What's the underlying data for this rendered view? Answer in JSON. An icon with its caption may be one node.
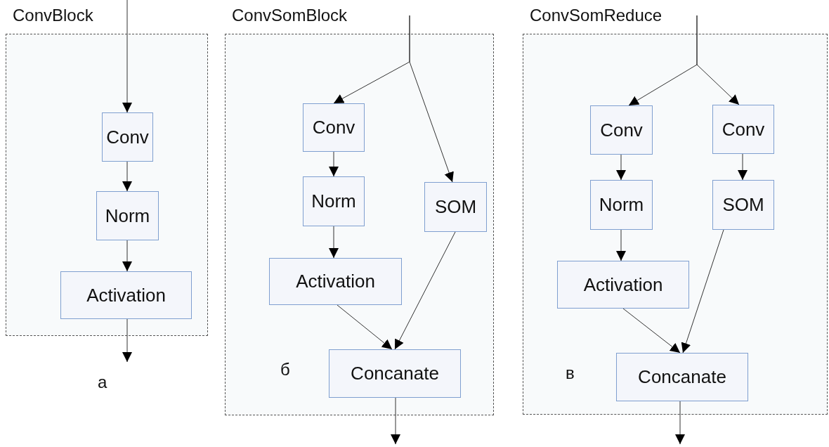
{
  "diagram": {
    "nodes": [
      {
        "text": [
          "ConvBlock"
        ]
      },
      {
        "text": [
          "Conv"
        ],
        "in": 0
      },
      {
        "text": [
          "Norm"
        ],
        "in": 0
      },
      {
        "text": [
          "Activation"
        ],
        "in": 0
      },
      {
        "text": [
          "ConvSomBlock"
        ]
      },
      {
        "text": [
          "Conv"
        ],
        "in": 4
      },
      {
        "text": [
          "Norm"
        ],
        "in": 4
      },
      {
        "text": [
          "SOM"
        ],
        "in": 4
      },
      {
        "text": [
          "Activation"
        ],
        "in": 4
      },
      {
        "text": [
          "Concanate"
        ],
        "in": 4
      },
      {
        "text": [
          "ConvSomReduce"
        ]
      },
      {
        "text": [
          "Conv"
        ],
        "in": 10
      },
      {
        "text": [
          "Conv"
        ],
        "in": 10
      },
      {
        "text": [
          "Norm"
        ],
        "in": 10
      },
      {
        "text": [
          "SOM"
        ],
        "in": 10
      },
      {
        "text": [
          "Activation"
        ],
        "in": 10
      },
      {
        "text": [
          "Concanate"
        ],
        "in": 10
      }
    ],
    "edges": [
      {
        "from": null,
        "to": 1,
        "arrow": "to"
      },
      {
        "from": 1,
        "to": 2,
        "arrow": "to"
      },
      {
        "from": 2,
        "to": 3,
        "arrow": "to"
      },
      {
        "from": 3,
        "to": null,
        "arrow": "to"
      },
      {
        "from": null,
        "to": 5,
        "arrow": "to"
      },
      {
        "from": null,
        "to": 7,
        "arrow": "to"
      },
      {
        "from": 5,
        "to": 6,
        "arrow": "to"
      },
      {
        "from": 6,
        "to": 8,
        "arrow": "to"
      },
      {
        "from": 8,
        "to": 9,
        "arrow": "to"
      },
      {
        "from": 7,
        "to": 9,
        "arrow": "to"
      },
      {
        "from": 9,
        "to": null,
        "arrow": "to"
      },
      {
        "from": null,
        "to": 11,
        "arrow": "to"
      },
      {
        "from": null,
        "to": 12,
        "arrow": "to"
      },
      {
        "from": 11,
        "to": 13,
        "arrow": "to"
      },
      {
        "from": 12,
        "to": 14,
        "arrow": "to"
      },
      {
        "from": 13,
        "to": 15,
        "arrow": "to"
      },
      {
        "from": 15,
        "to": 16,
        "arrow": "to"
      },
      {
        "from": 14,
        "to": 16,
        "arrow": "to"
      },
      {
        "from": 16,
        "to": null,
        "arrow": "to"
      }
    ],
    "labels": [
      "а",
      "б",
      "в"
    ]
  }
}
